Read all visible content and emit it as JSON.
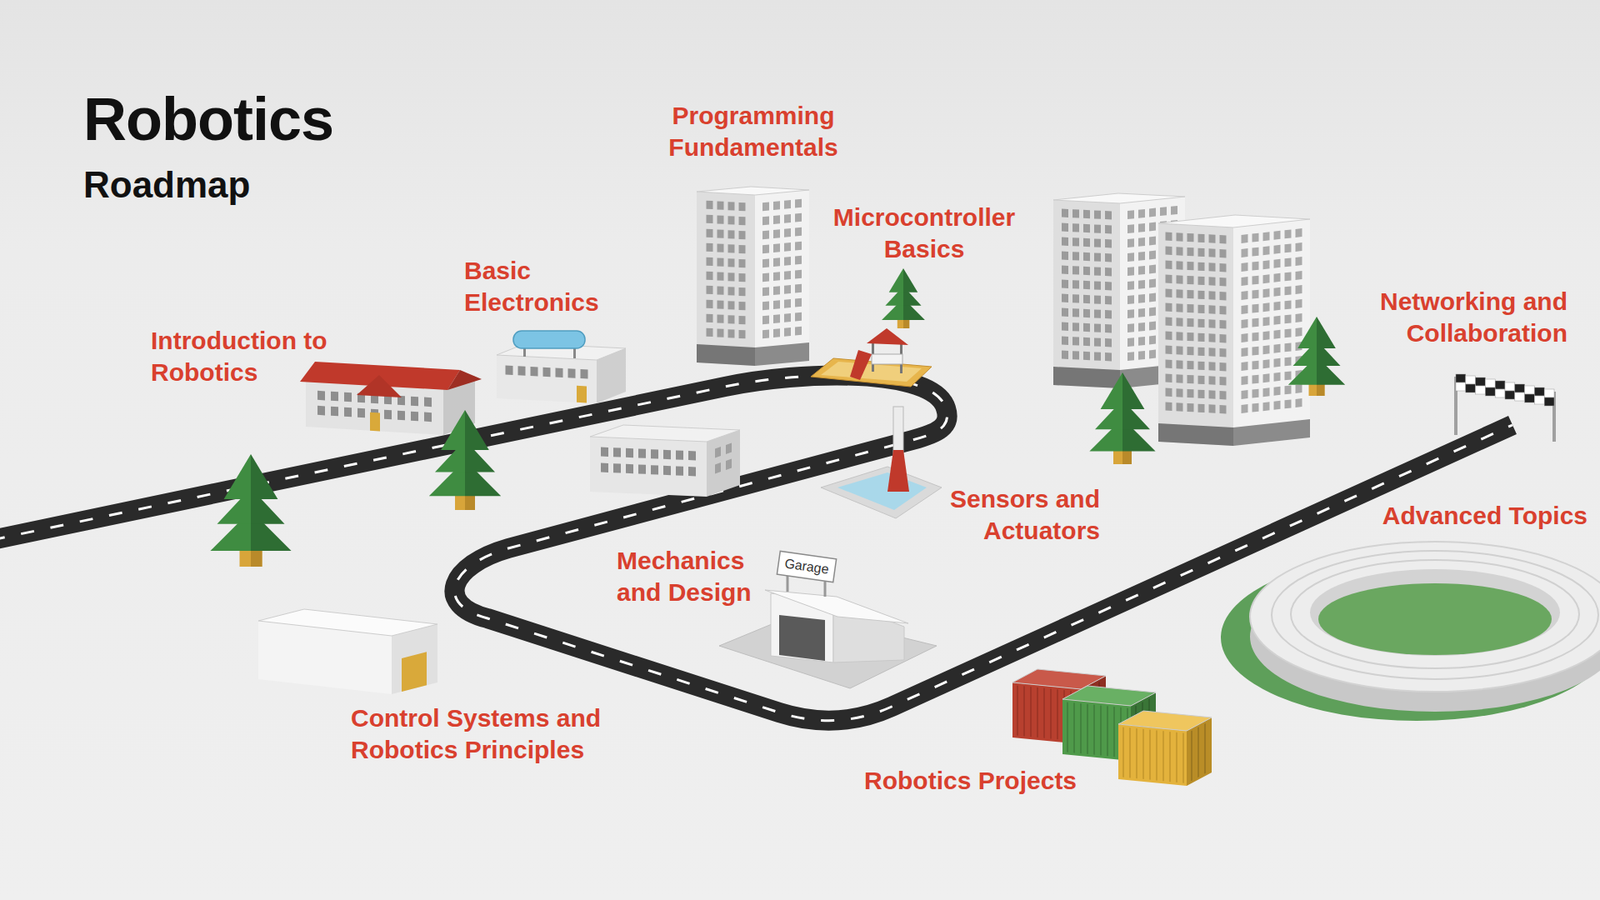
{
  "diagram": {
    "title": "Robotics",
    "labels": [
      "Roadmap",
      "Programming Fundamentals",
      "Microcontroller Basics",
      "Basic Electronics",
      "Introduction to Robotics",
      "Networking and Collaboration",
      "Sensors and Actuators",
      "Advanced Topics",
      "Mechanics and Design",
      "Garage",
      "Control Systems and Robotics Principles",
      "Robotics Projects"
    ]
  }
}
